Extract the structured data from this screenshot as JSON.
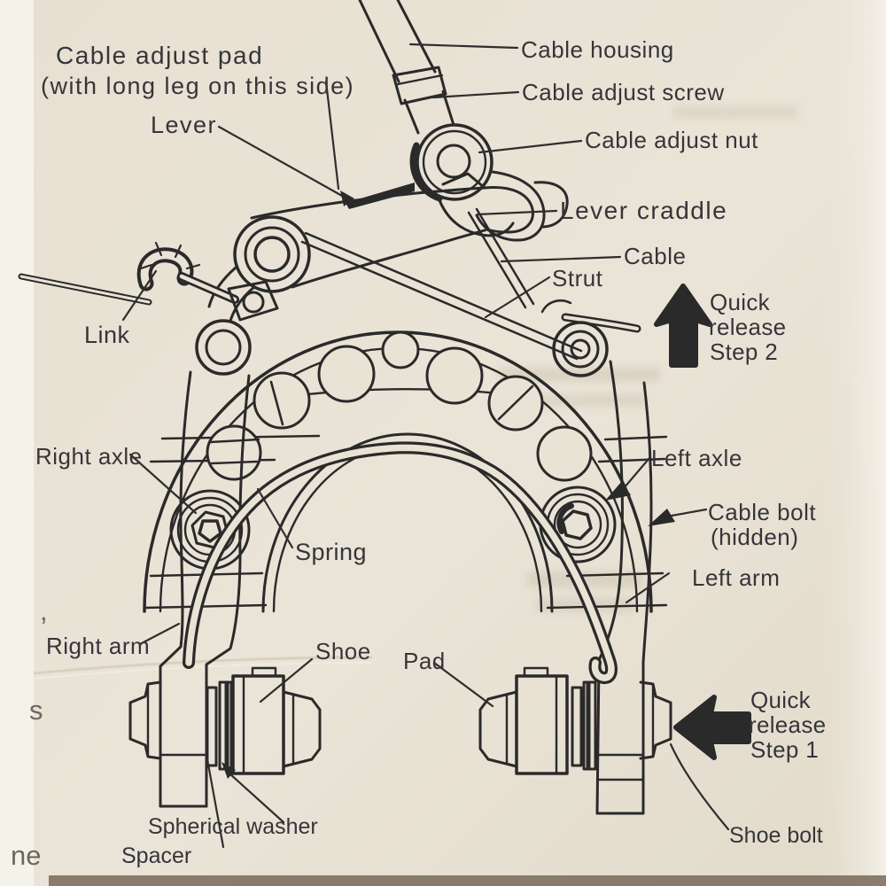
{
  "description": "Exploded line diagram of a center-pull bicycle brake caliper on a printed instruction sheet",
  "colors": {
    "paper": "#e9e3d6",
    "ink": "#2a2a2a",
    "label_ink": "#35353a"
  },
  "labels": {
    "cable_adjust_pad_1": "Cable adjust pad",
    "cable_adjust_pad_2": "(with long leg on this side)",
    "lever": "Lever",
    "cable_housing": "Cable housing",
    "cable_adjust_screw": "Cable adjust screw",
    "cable_adjust_nut": "Cable adjust nut",
    "lever_craddle": "Lever craddle",
    "cable": "Cable",
    "strut": "Strut",
    "link": "Link",
    "right_axle": "Right axle",
    "left_axle": "Left axle",
    "cable_bolt_1": "Cable bolt",
    "cable_bolt_2": "(hidden)",
    "spring": "Spring",
    "left_arm": "Left arm",
    "right_arm": "Right arm",
    "shoe": "Shoe",
    "pad": "Pad",
    "spherical_washer": "Spherical washer",
    "spacer": "Spacer",
    "shoe_bolt": "Shoe bolt"
  },
  "callouts": {
    "quick_release_step_2": {
      "lines": [
        "Quick",
        "release",
        "Step 2"
      ],
      "arrow": "up"
    },
    "quick_release_step_1": {
      "lines": [
        "Quick",
        "release",
        "Step 1"
      ],
      "arrow": "left"
    }
  },
  "page_artifacts": {
    "stray_comma": ",",
    "stray_s": "s",
    "stray_ne": "ne"
  }
}
